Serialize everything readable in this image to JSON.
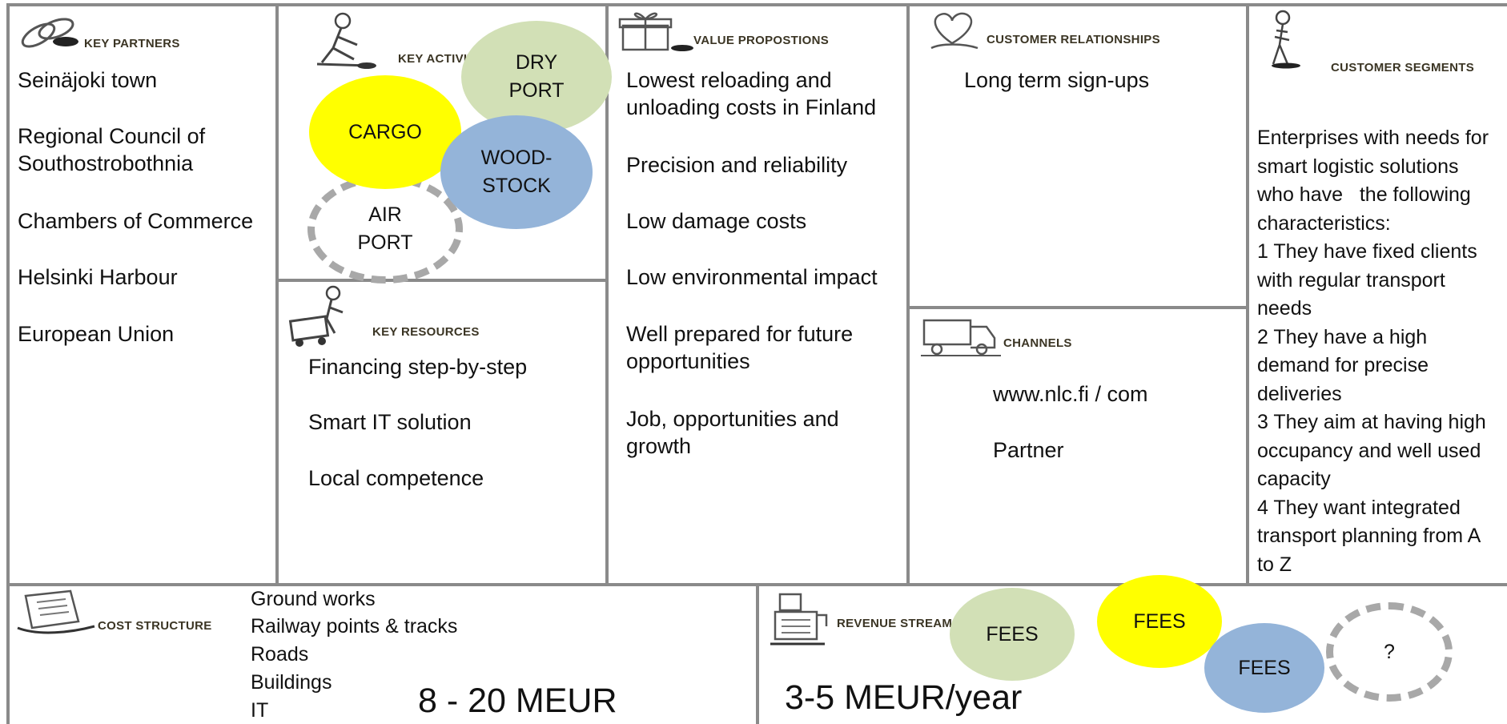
{
  "colors": {
    "yellow": "#ffff00",
    "green": "#d2e0b6",
    "blue": "#94b4d9",
    "dash": "#a8a8a8",
    "header": "#3b3524",
    "border": "#8a8a8a"
  },
  "key_partners": {
    "header": "KEY PARTNERS",
    "icon": "chain-links-icon",
    "items": [
      "Seinäjoki town",
      "Regional Council of\nSouthostrobothnia",
      "Chambers of Commerce",
      "Helsinki Harbour",
      "European Union"
    ]
  },
  "key_activities": {
    "header": "KEY ACTIVITIES",
    "icon": "worker-kneeling-icon",
    "bubbles": {
      "dry_port": "DRY\nPORT",
      "cargo": "CARGO",
      "woodstock": "WOOD-\nSTOCK",
      "air_port": "AIR\nPORT"
    }
  },
  "key_resources": {
    "header": "KEY RESOURCES",
    "icon": "worker-with-cart-icon",
    "items": [
      "Financing step-by-step",
      "Smart IT solution",
      "Local competence"
    ]
  },
  "value_propositions": {
    "header": "VALUE PROPOSTIONS",
    "icon": "gift-box-icon",
    "items": [
      "Lowest reloading and\nunloading costs in Finland",
      "Precision and reliability",
      "Low damage costs",
      "Low environmental impact",
      "Well prepared for future\nopportunities",
      "Job, opportunities and\ngrowth"
    ]
  },
  "customer_relationships": {
    "header": "CUSTOMER RELATIONSHIPS",
    "icon": "heart-icon",
    "items": [
      "Long term sign-ups"
    ]
  },
  "channels": {
    "header": "CHANNELS",
    "icon": "truck-icon",
    "items": [
      "www.nlc.fi / com",
      "Partner"
    ]
  },
  "customer_segments": {
    "header": "CUSTOMER SEGMENTS",
    "icon": "person-standing-icon",
    "lines": [
      "Enterprises with needs for",
      "smart logistic solutions",
      "who have   the following",
      "characteristics:",
      "1 They have fixed clients",
      "with regular transport",
      "needs",
      "2 They have a high",
      "demand for precise",
      "deliveries",
      "3 They aim at having high",
      "occupancy and well used",
      "capacity",
      "4 They want integrated",
      "transport planning from A",
      "to Z"
    ]
  },
  "cost_structure": {
    "header": "COST STRUCTURE",
    "icon": "receipt-icon",
    "items": [
      "Ground works",
      "Railway points & tracks",
      "Roads",
      "Buildings",
      "IT"
    ],
    "total": "8 - 20 MEUR"
  },
  "revenue_streams": {
    "header": "REVENUE STREAMS",
    "icon": "cash-register-icon",
    "total": "3-5 MEUR/year",
    "bubbles": {
      "fees_green": "FEES",
      "fees_yellow": "FEES",
      "fees_blue": "FEES",
      "unknown": "?"
    }
  }
}
